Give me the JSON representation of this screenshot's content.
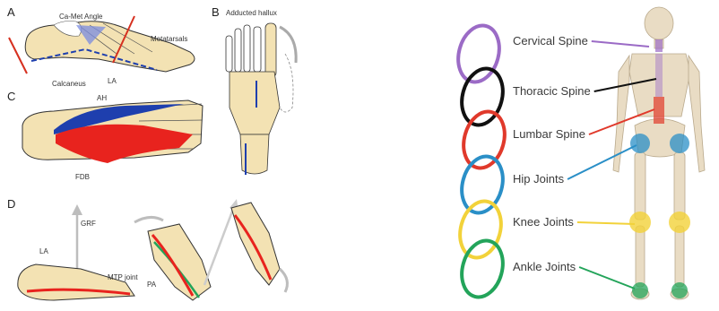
{
  "left_figure": {
    "panel_a": {
      "letter": "A",
      "labels": {
        "angle": "Ca-Met Angle",
        "metatarsals": "Metatarsals",
        "calcaneus": "Calcaneus",
        "la": "LA"
      }
    },
    "panel_b": {
      "letter": "B",
      "labels": {
        "adducted_hallux": "Adducted hallux"
      }
    },
    "panel_c": {
      "letter": "C",
      "labels": {
        "ah": "AH",
        "fdb": "FDB"
      }
    },
    "panel_d": {
      "letter": "D",
      "labels": {
        "grf": "GRF",
        "la": "LA",
        "mtp_joint": "MTP joint",
        "pa": "PA"
      }
    }
  },
  "right_figure": {
    "joints": [
      {
        "label": "Cervical Spine",
        "color": "#9b6bc6"
      },
      {
        "label": "Thoracic Spine",
        "color": "#111111"
      },
      {
        "label": "Lumbar Spine",
        "color": "#e0392b"
      },
      {
        "label": "Hip Joints",
        "color": "#2a8fc7"
      },
      {
        "label": "Knee Joints",
        "color": "#f2d23a"
      },
      {
        "label": "Ankle Joints",
        "color": "#23a45a"
      }
    ]
  },
  "colors": {
    "bone_fill": "#f3e2b3",
    "bone_outline": "#333333",
    "muscle_red": "#e8231e",
    "muscle_blue": "#1e3fae",
    "accent_red": "#d6301f",
    "arrow_grey": "#bdbdbd"
  }
}
